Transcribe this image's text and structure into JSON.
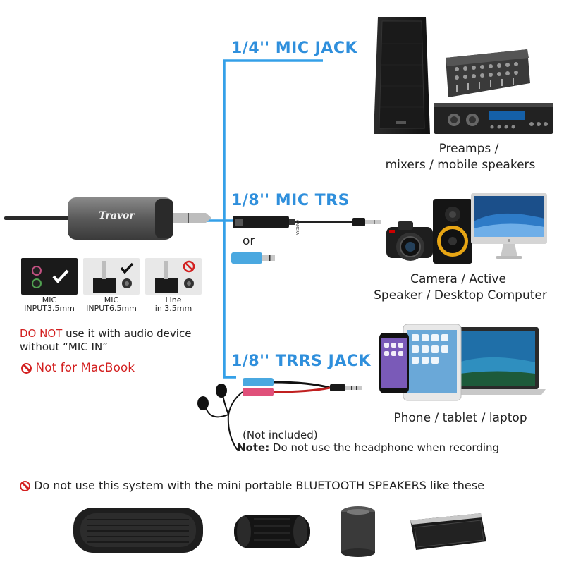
{
  "outputs": {
    "quarter_jack": {
      "label": "1/4'' MIC JACK",
      "caption_line1": "Preamps /",
      "caption_line2": "mixers / mobile speakers"
    },
    "eighth_trs": {
      "label": "1/8'' MIC TRS",
      "or_text": "or",
      "caption_line1": "Camera / Active",
      "caption_line2": "Speaker / Desktop Computer"
    },
    "eighth_trrs": {
      "label": "1/8'' TRRS JACK",
      "caption": "Phone / tablet / laptop"
    }
  },
  "device": {
    "brand": "Travor"
  },
  "input_types": [
    {
      "label_line1": "MIC",
      "label_line2": "INPUT3.5mm",
      "status": "ok"
    },
    {
      "label_line1": "MIC",
      "label_line2": "INPUT6.5mm",
      "status": "ok"
    },
    {
      "label_line1": "Line",
      "label_line2": "in 3.5mm",
      "status": "no"
    }
  ],
  "warnings": {
    "do_not_bold": "DO NOT",
    "do_not_rest": " use it with audio device",
    "line2": "without “MIC IN”",
    "macbook": "Not for MacBook"
  },
  "headphone": {
    "not_included": "(Not included)",
    "note_label": "Note:",
    "note_text": " Do not use the headphone when recording"
  },
  "bluetooth_warning": "Do not use this system with the mini portable BLUETOOTH SPEAKERS like these",
  "camera_adapter_text": "CAMERA",
  "colors": {
    "accent": "#2f8fdc",
    "warning": "#d32020"
  }
}
